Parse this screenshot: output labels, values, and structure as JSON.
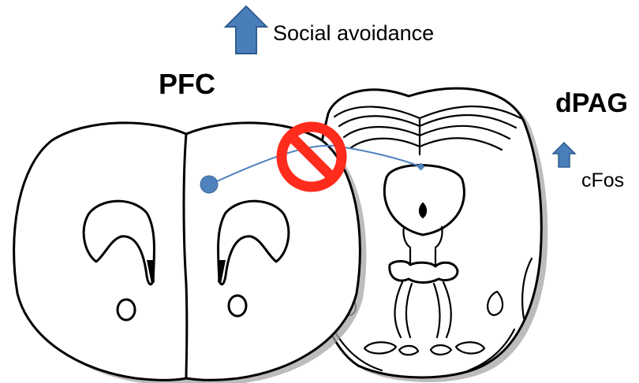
{
  "labels": {
    "top_annotation": "Social avoidance",
    "pfc": "PFC",
    "dpag": "dPAG",
    "cfos": "cFos"
  },
  "colors": {
    "arrow_fill": "#4a7ebb",
    "arrow_stroke": "#2f5d8f",
    "neuron": "#4f81bd",
    "connection": "#4f81bd",
    "block_symbol": "#ff2b1c"
  },
  "icons": {
    "top_arrow": "up-arrow-icon",
    "cfos_arrow": "up-arrow-icon",
    "block": "prohibition-icon"
  }
}
